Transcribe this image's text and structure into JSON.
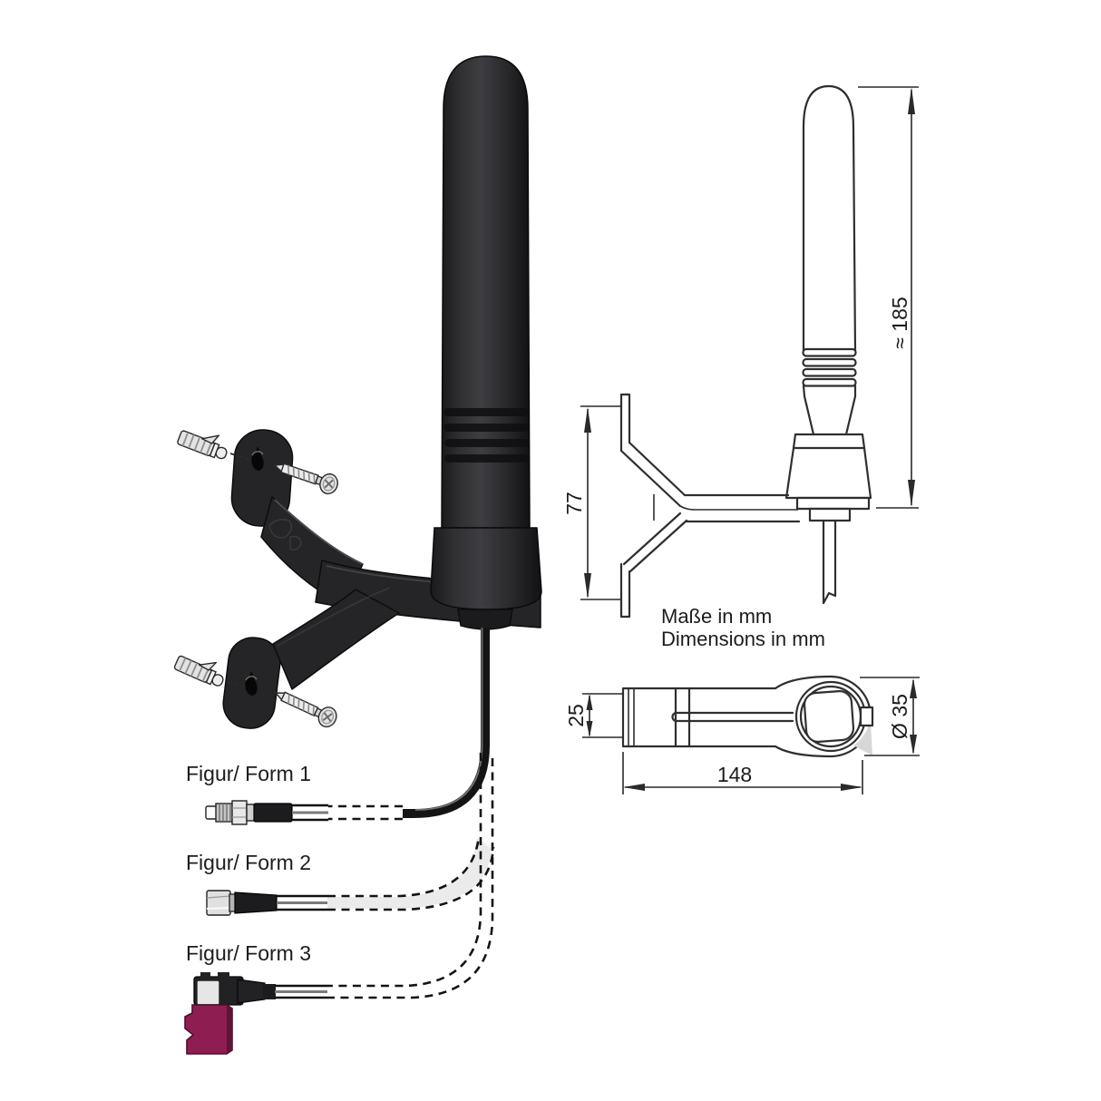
{
  "labels": {
    "form1": "Figur/ Form 1",
    "form2": "Figur/ Form 2",
    "form3": "Figur/ Form 3"
  },
  "notes": {
    "de": "Maße in mm",
    "en": "Dimensions in mm"
  },
  "dimensions": {
    "overall_height": "≈ 185",
    "bracket_height": "77",
    "bracket_width": "25",
    "overall_length": "148",
    "base_diameter": "Ø 35"
  },
  "colors": {
    "line": "#2f2f31",
    "antenna": "#2a2a2d",
    "fakra_body": "#8e1e52",
    "metal": "#e3e3e3",
    "shade": "#d7d7d7"
  }
}
